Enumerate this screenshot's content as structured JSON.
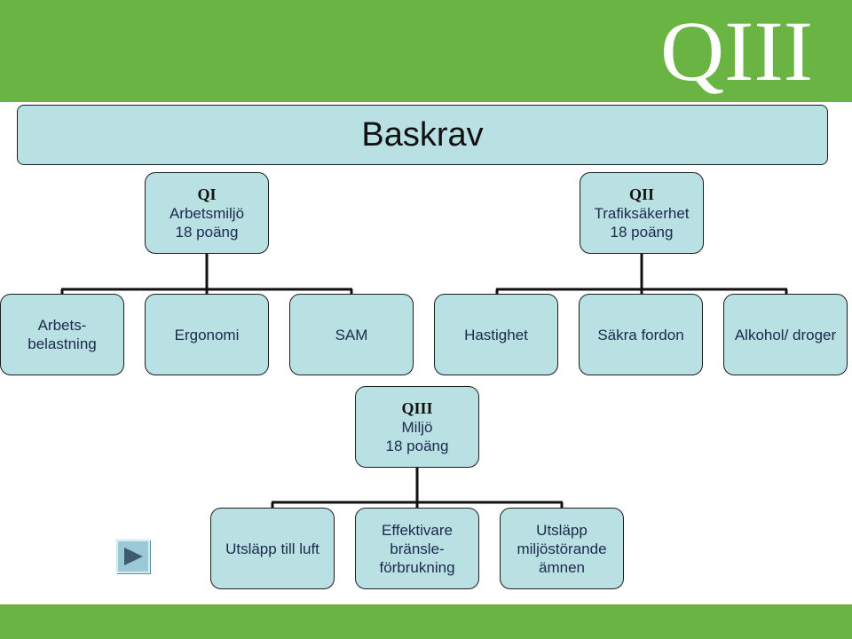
{
  "logo_text": "QIII",
  "title": "Baskrav",
  "groups": [
    {
      "code": "QI",
      "name": "Arbetsmiljö",
      "points": "18 poäng"
    },
    {
      "code": "QII",
      "name": "Trafiksäkerhet",
      "points": "18 poäng"
    },
    {
      "code": "QIII",
      "name": "Miljö",
      "points": "18 poäng"
    }
  ],
  "sub_items": {
    "qi": [
      "Arbets-\nbelastning",
      "Ergonomi",
      "SAM"
    ],
    "qii": [
      "Hastighet",
      "Säkra fordon",
      "Alkohol/ droger"
    ],
    "qiii": [
      "Utsläpp till luft",
      "Effektivare\nbränsle-\nförbrukning",
      "Utsläpp\nmiljöstörande\nämnen"
    ]
  },
  "colors": {
    "band_green": "#6ab443",
    "box_fill": "#b9e0e3",
    "box_border": "#1c1c1c"
  },
  "icons": {
    "nav": "play-triangle-icon"
  }
}
